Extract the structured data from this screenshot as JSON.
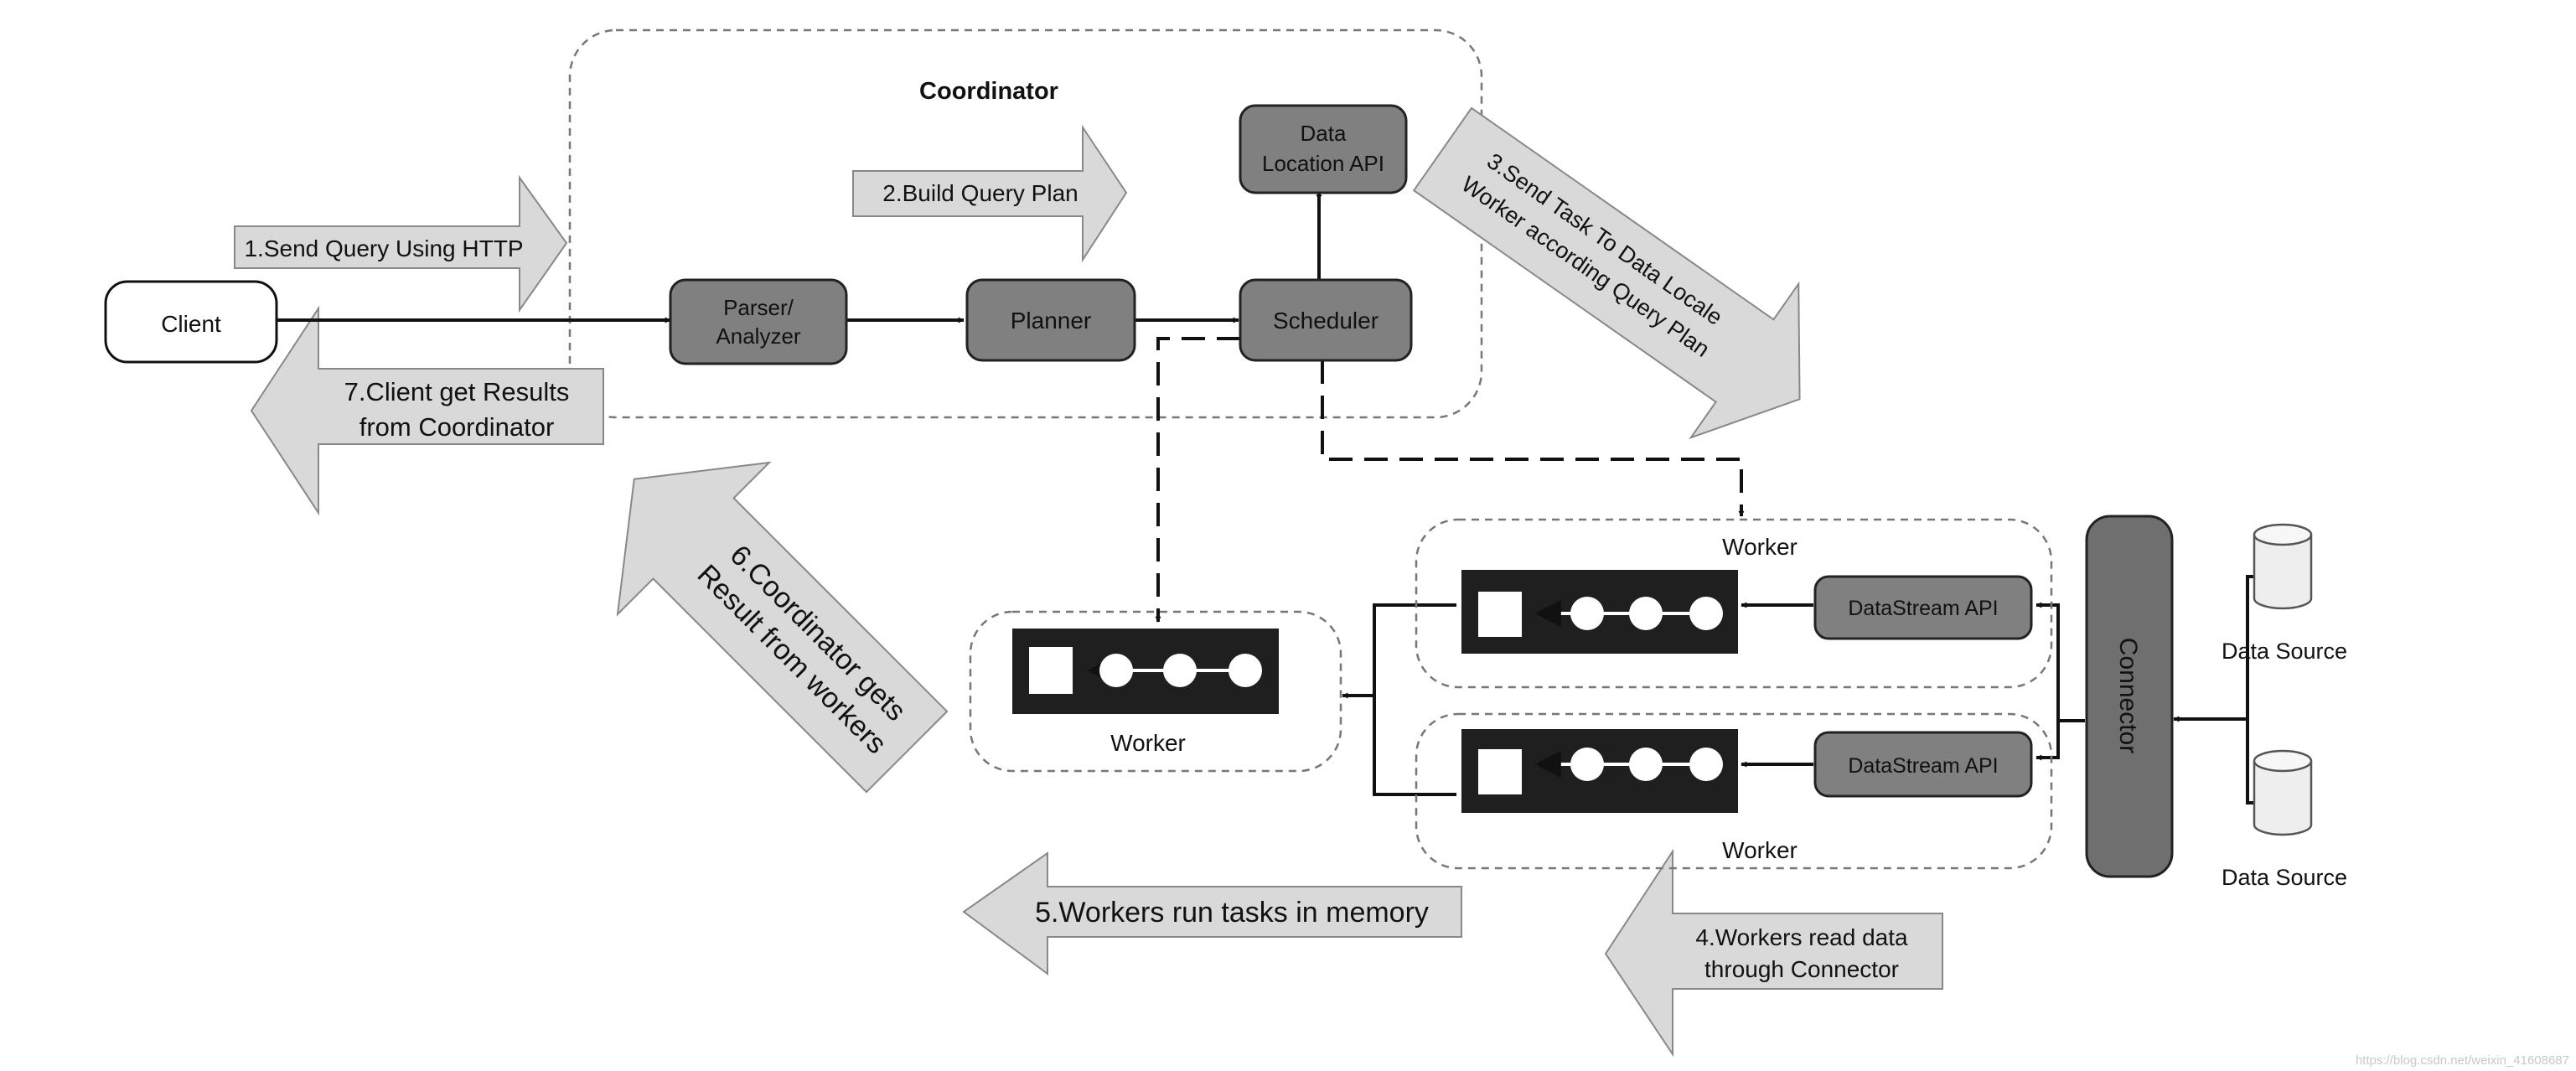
{
  "diagram": {
    "coordinator_title": "Coordinator",
    "client": "Client",
    "parser": [
      "Parser/",
      "Analyzer"
    ],
    "planner": "Planner",
    "scheduler": "Scheduler",
    "data_location_api": [
      "Data",
      "Location API"
    ],
    "worker_label": "Worker",
    "datastream_api": "DataStream API",
    "connector": "Connector",
    "data_source": "Data Source",
    "steps": {
      "s1": "1.Send Query Using HTTP",
      "s2": "2.Build Query Plan",
      "s3": [
        "3.Send Task To Data Locale",
        "Worker according Query Plan"
      ],
      "s4": [
        "4.Workers read data",
        "through Connector"
      ],
      "s5": "5.Workers run tasks in memory",
      "s6": [
        "6.Coordinator gets",
        "Result from workers"
      ],
      "s7": [
        "7.Client get Results",
        "from Coordinator"
      ]
    },
    "watermark": "https://blog.csdn.net/weixin_41608687"
  },
  "colors": {
    "component_fill": "#808080",
    "arrow_fill": "#d9d9d9",
    "worker_strip": "#1f1f1f",
    "connector_fill": "#6f6f6f"
  }
}
